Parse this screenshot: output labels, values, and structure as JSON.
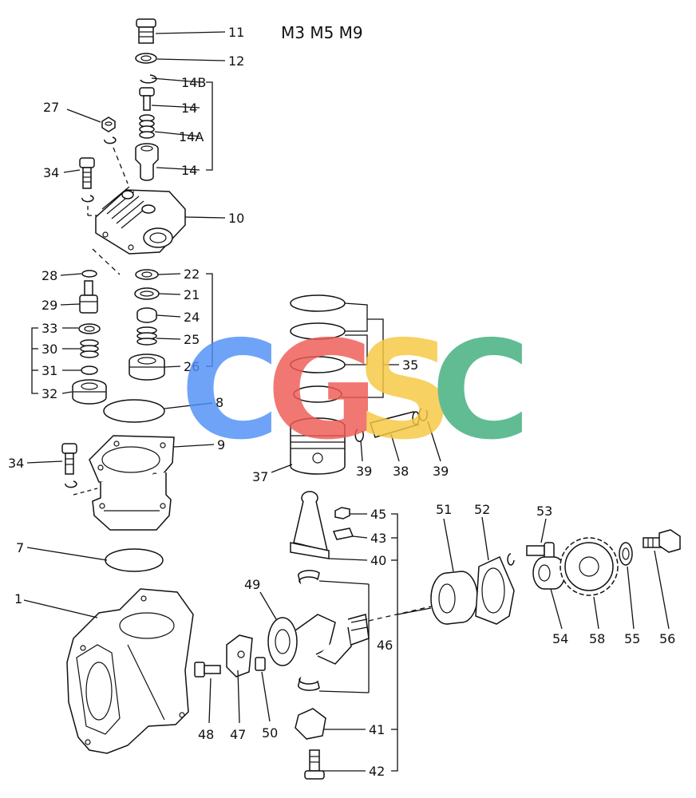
{
  "title": "M3 M5 M9",
  "watermark": {
    "letters": [
      "C",
      "G",
      "S",
      "C"
    ],
    "colors": [
      "#4f8ff7",
      "#ef5a55",
      "#f7c842",
      "#3fae7c"
    ]
  },
  "labels": {
    "l1": "1",
    "l7": "7",
    "l8": "8",
    "l9": "9",
    "l10": "10",
    "l11": "11",
    "l12": "12",
    "l14b": "14B",
    "l14": "14",
    "l14a": "14A",
    "l14c": "14",
    "l21": "21",
    "l22": "22",
    "l24": "24",
    "l25": "25",
    "l26": "26",
    "l27": "27",
    "l28": "28",
    "l29": "29",
    "l30": "30",
    "l31": "31",
    "l32": "32",
    "l33": "33",
    "l34a": "34",
    "l34b": "34",
    "l35": "35",
    "l37": "37",
    "l38": "38",
    "l39a": "39",
    "l39b": "39",
    "l40": "40",
    "l41": "41",
    "l42": "42",
    "l43": "43",
    "l45": "45",
    "l46": "46",
    "l47": "47",
    "l48": "48",
    "l49": "49",
    "l50": "50",
    "l51": "51",
    "l52": "52",
    "l53": "53",
    "l54": "54",
    "l55": "55",
    "l56": "56",
    "l58": "58"
  }
}
